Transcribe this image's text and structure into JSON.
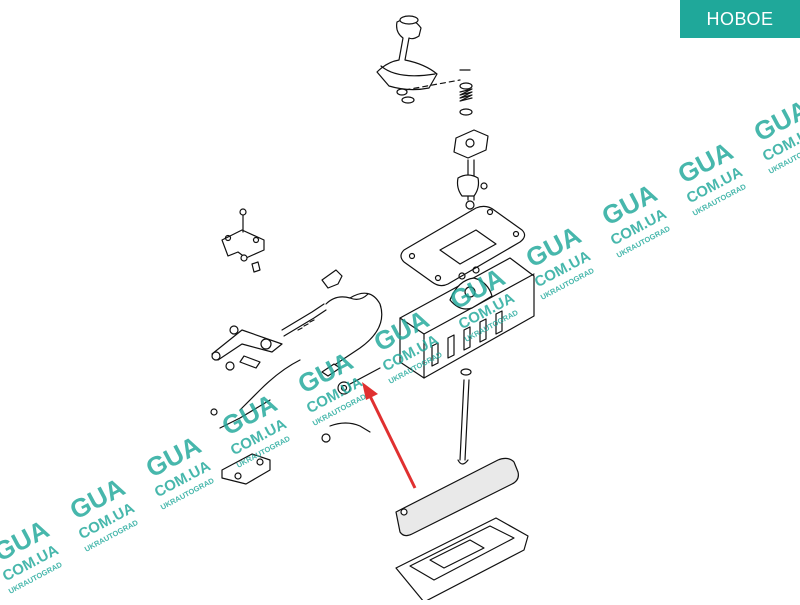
{
  "badge": {
    "label": "НОВОЕ",
    "color": "#1fa89a"
  },
  "watermark": {
    "big": "GUA",
    "domain": "COM.UA",
    "brand": "UKRAUTOGRAD",
    "color": "#1fa89a"
  },
  "diagram": {
    "subject": "gear-shift-mechanism",
    "highlight_color": "#e03030"
  }
}
